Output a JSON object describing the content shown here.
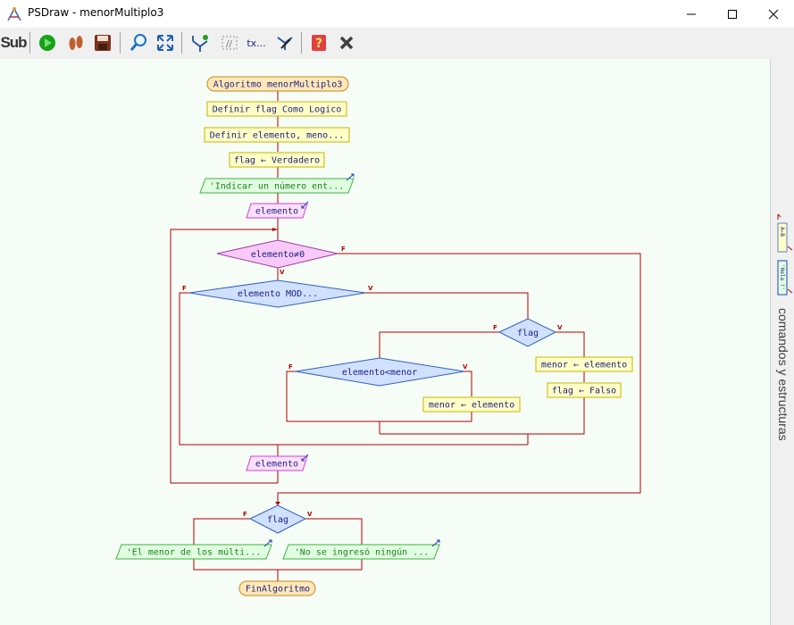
{
  "window": {
    "title": "PSDraw - menorMultiplo3",
    "controls": {
      "minimize": "minimize",
      "maximize": "maximize",
      "close": "close"
    }
  },
  "toolbar": {
    "sub_label": "Sub",
    "comment_label": "//",
    "text_label": "tx..."
  },
  "side_panel": {
    "label": "comandos y estructuras",
    "assign_icon_text": "A←B",
    "output_icon_text": "'Hola !'"
  },
  "flowchart": {
    "start": "Algoritmo menorMultiplo3",
    "define_flag": "Definir flag Como Logico",
    "define_vars": "Definir elemento, meno...",
    "assign_flag_true": "flag ← Verdadero",
    "output_prompt": "'Indicar un número ent...",
    "read_element_1": "elemento",
    "while_condition": "elemento≠0",
    "if_mod": "elemento MOD...",
    "if_flag_inner": "flag",
    "if_less": "elemento<menor",
    "assign_menor_else": "menor ← elemento",
    "assign_menor_then": "menor ← elemento",
    "assign_flag_false": "flag ← Falso",
    "read_element_2": "elemento",
    "if_flag_final": "flag",
    "output_result": "'El menor de los múlti...",
    "output_none": "'No se ingresó ningún ...",
    "end": "FinAlgoritmo",
    "true_label": "V",
    "false_label": "F"
  },
  "colors": {
    "terminal_fill": "#ffe8b8",
    "terminal_stroke": "#c8861c",
    "process_fill": "#ffffc8",
    "process_stroke": "#c8b400",
    "output_fill": "#e0ffe0",
    "output_stroke": "#40b040",
    "input_fill": "#ffe0ff",
    "input_stroke": "#d040d0",
    "while_fill": "#f8c8f8",
    "decision_fill": "#d0e0ff",
    "decision_stroke": "#3060c0",
    "connector": "#b00000",
    "text": "#202080"
  }
}
